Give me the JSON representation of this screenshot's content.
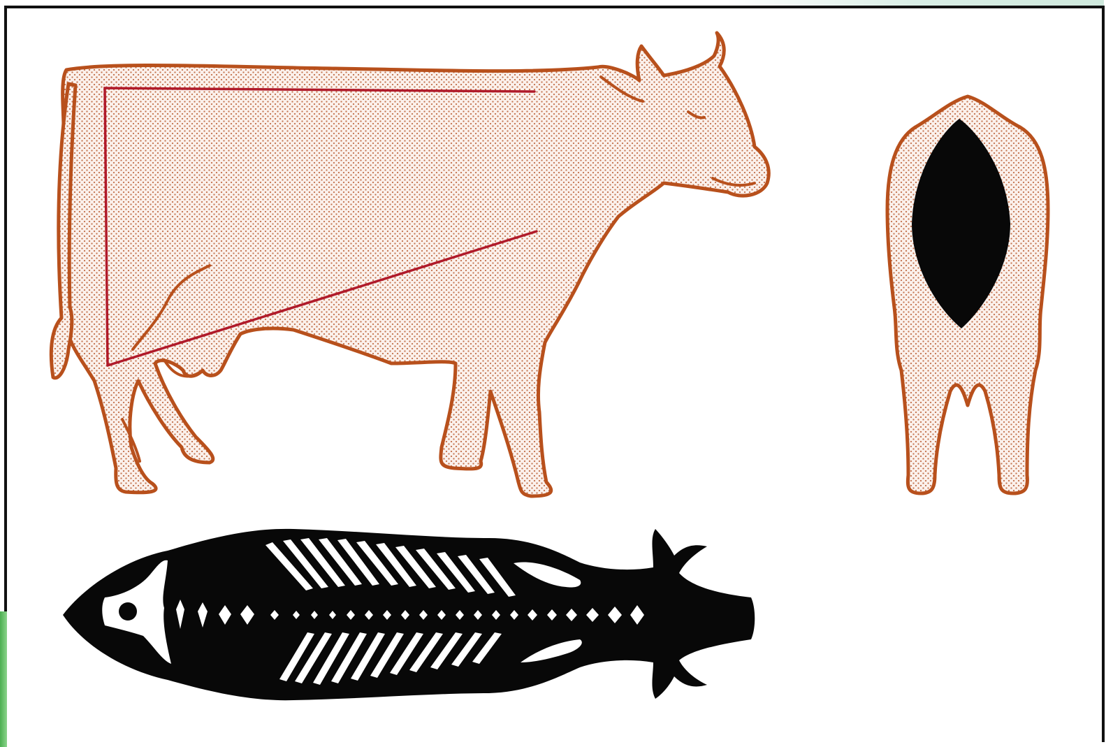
{
  "figure": {
    "views": [
      {
        "id": "side-view",
        "icon": "cow-side-silhouette"
      },
      {
        "id": "rear-view",
        "icon": "cow-rear-silhouette"
      },
      {
        "id": "top-view",
        "icon": "cow-skeleton-top"
      }
    ],
    "colors": {
      "outline": "#b8501c",
      "stipple": "#b04a1a",
      "wedge_lines": "#b01a2a",
      "solid_fill": "#080808",
      "frame": "#111111"
    }
  }
}
